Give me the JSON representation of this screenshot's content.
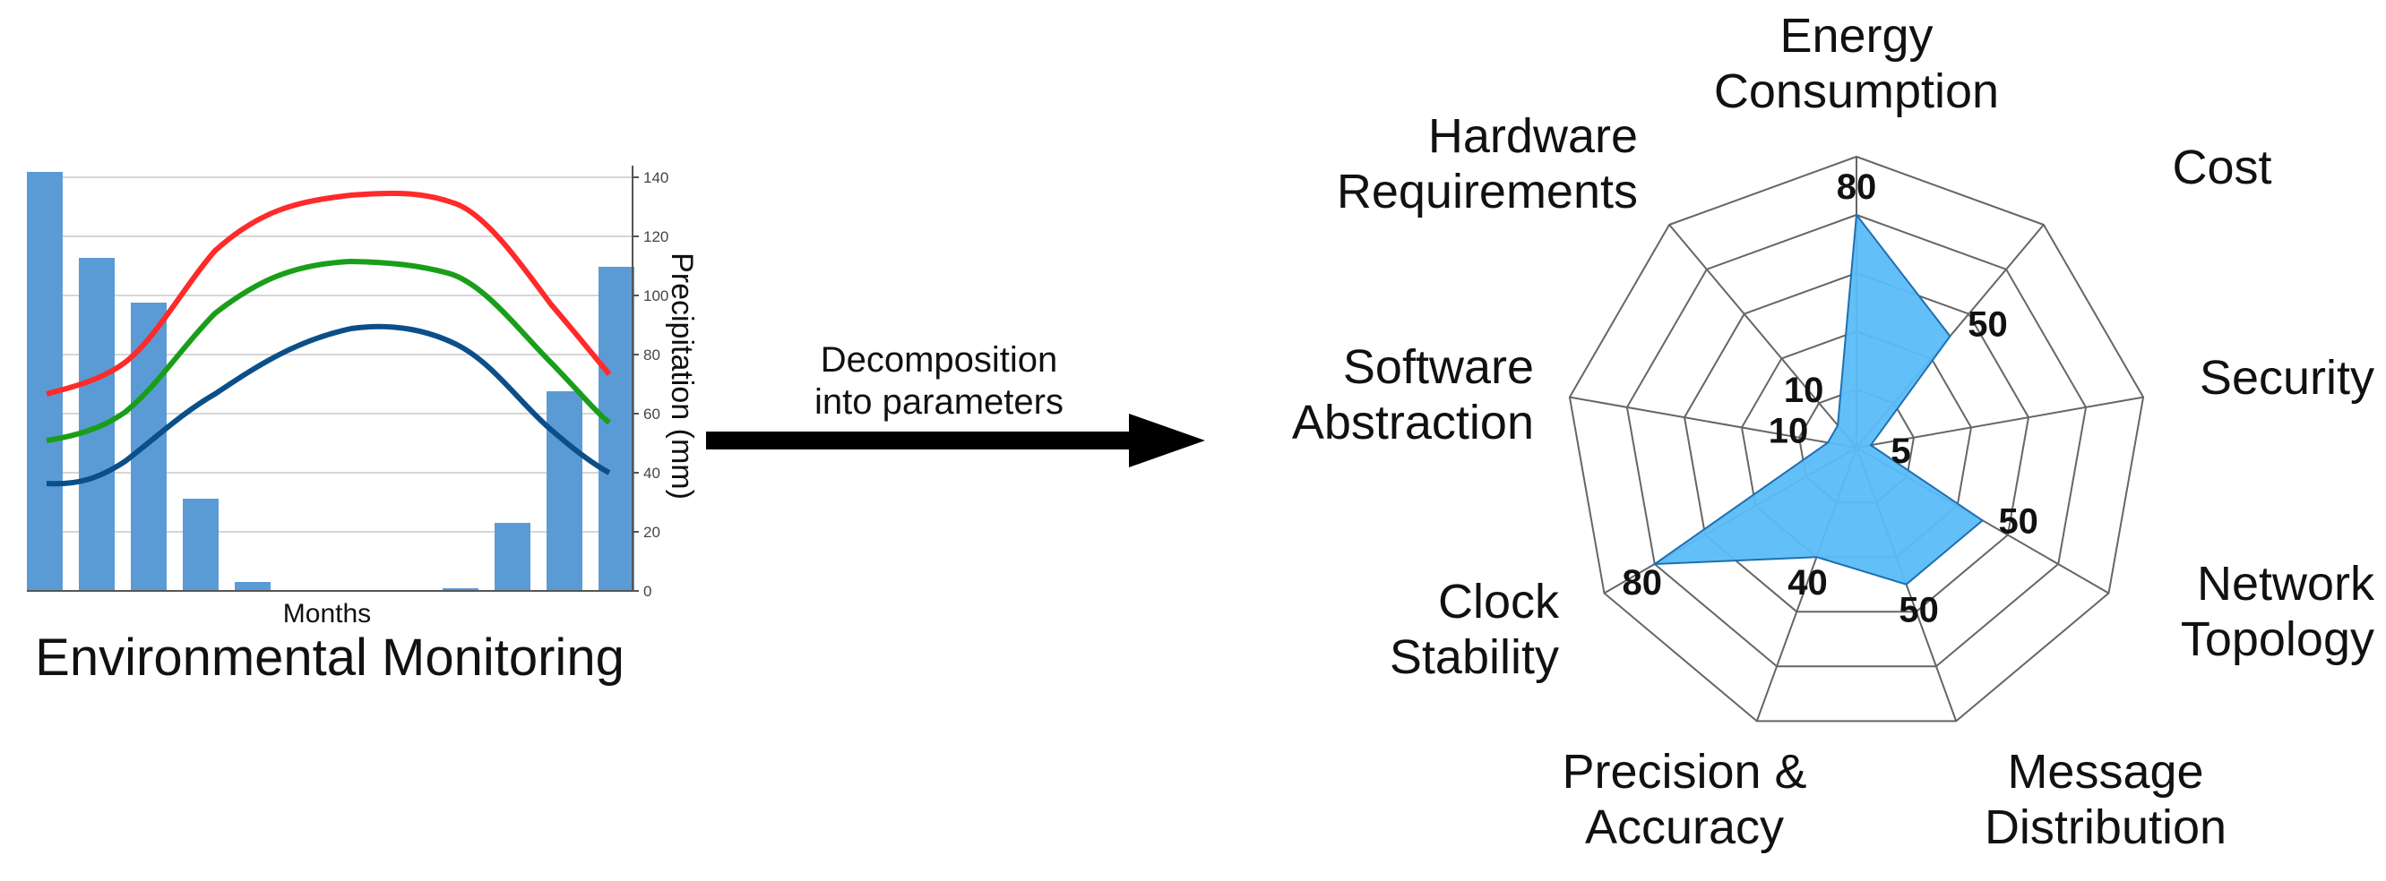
{
  "left_panel": {
    "title": "Environmental Monitoring",
    "x_label": "Months",
    "y_label": "Precipitation (mm)",
    "y_ticks": [
      "0",
      "20",
      "40",
      "60",
      "80",
      "100",
      "120",
      "140"
    ],
    "colors": {
      "bars": "#5b9bd5",
      "line_high": "#ff2a2a",
      "line_mid": "#1a9e1a",
      "line_low": "#0b4f8a"
    }
  },
  "arrow": {
    "line1": "Decomposition",
    "line2": "into parameters"
  },
  "radar": {
    "fill_color": "#5bbcf8",
    "axes": [
      {
        "label_lines": [
          "Energy",
          "Consumption"
        ],
        "value_label": "80"
      },
      {
        "label_lines": [
          "Cost"
        ],
        "value_label": "50"
      },
      {
        "label_lines": [
          "Security"
        ],
        "value_label": "5"
      },
      {
        "label_lines": [
          "Network",
          "Topology"
        ],
        "value_label": "50"
      },
      {
        "label_lines": [
          "Message",
          "Distribution"
        ],
        "value_label": "50"
      },
      {
        "label_lines": [
          "Precision &",
          "Accuracy"
        ],
        "value_label": "40"
      },
      {
        "label_lines": [
          "Clock",
          "Stability"
        ],
        "value_label": "80"
      },
      {
        "label_lines": [
          "Software",
          "Abstraction"
        ],
        "value_label": "10"
      },
      {
        "label_lines": [
          "Hardware",
          "Requirements"
        ],
        "value_label": "10"
      }
    ]
  }
}
